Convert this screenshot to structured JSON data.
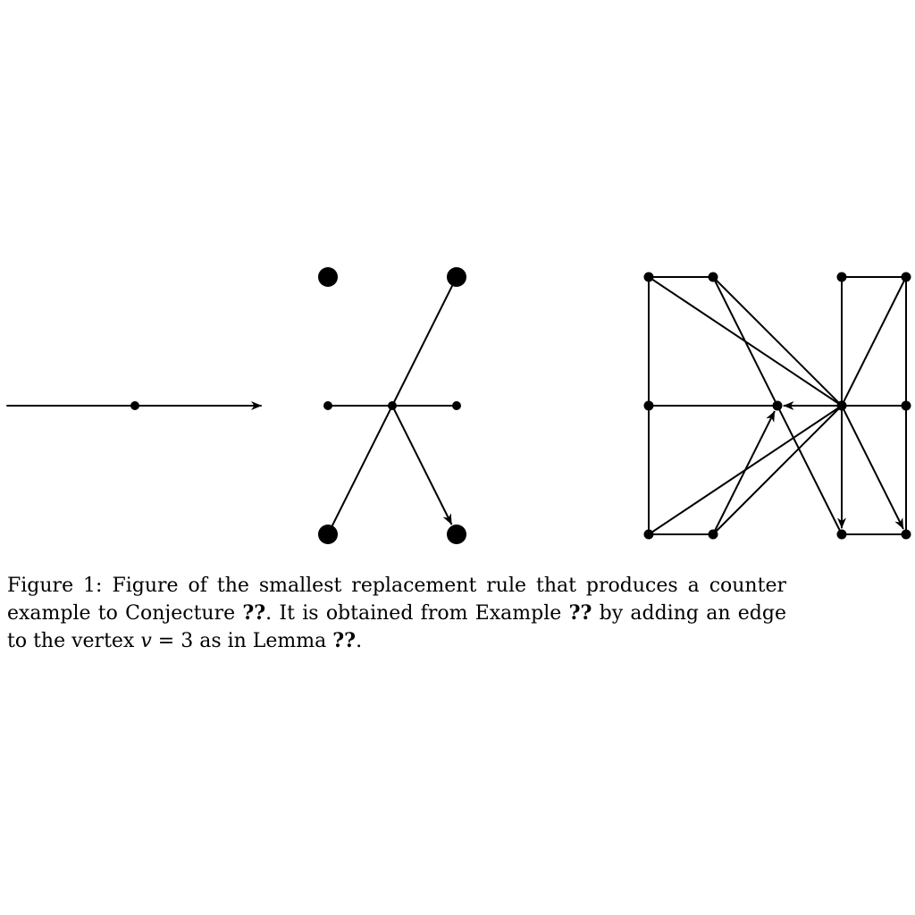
{
  "figure": {
    "panels": [
      {
        "name": "single-edge",
        "vertices": [
          {
            "id": "a",
            "size": "small"
          }
        ],
        "edges": [
          {
            "from": "left-end",
            "to": "a",
            "directed": false
          },
          {
            "from": "a",
            "to": "right-end",
            "directed": true
          }
        ]
      },
      {
        "name": "replacement-graph",
        "vertices": [
          {
            "id": "tl",
            "size": "large"
          },
          {
            "id": "tr",
            "size": "large"
          },
          {
            "id": "ml",
            "size": "small"
          },
          {
            "id": "c",
            "size": "small"
          },
          {
            "id": "mr",
            "size": "small"
          },
          {
            "id": "bl",
            "size": "large"
          },
          {
            "id": "br",
            "size": "large"
          }
        ],
        "edges": [
          {
            "from": "ml",
            "to": "c",
            "directed": false
          },
          {
            "from": "c",
            "to": "mr",
            "directed": false
          },
          {
            "from": "c",
            "to": "tr",
            "directed": false
          },
          {
            "from": "c",
            "to": "bl",
            "directed": false
          },
          {
            "from": "c",
            "to": "br",
            "directed": true
          }
        ]
      },
      {
        "name": "result-graph",
        "vertices": [
          {
            "id": "r1"
          },
          {
            "id": "r2"
          },
          {
            "id": "r3"
          },
          {
            "id": "r4"
          },
          {
            "id": "r5"
          },
          {
            "id": "r6"
          },
          {
            "id": "r7"
          },
          {
            "id": "r8"
          },
          {
            "id": "r9"
          },
          {
            "id": "r10"
          },
          {
            "id": "r11"
          },
          {
            "id": "r12"
          }
        ],
        "edges": [
          {
            "from": "r1",
            "to": "r2",
            "directed": false
          },
          {
            "from": "r3",
            "to": "r4",
            "directed": false
          },
          {
            "from": "r9",
            "to": "r10",
            "directed": false
          },
          {
            "from": "r11",
            "to": "r12",
            "directed": false
          },
          {
            "from": "r1",
            "to": "r5",
            "directed": false
          },
          {
            "from": "r5",
            "to": "r9",
            "directed": false
          },
          {
            "from": "r4",
            "to": "r8",
            "directed": false
          },
          {
            "from": "r8",
            "to": "r12",
            "directed": false
          },
          {
            "from": "r5",
            "to": "r6",
            "directed": false
          },
          {
            "from": "r7",
            "to": "r8",
            "directed": false
          },
          {
            "from": "r7",
            "to": "r6",
            "directed": true
          },
          {
            "from": "r1",
            "to": "r7",
            "directed": false
          },
          {
            "from": "r2",
            "to": "r7",
            "directed": false
          },
          {
            "from": "r2",
            "to": "r11",
            "directed": false
          },
          {
            "from": "r3",
            "to": "r7",
            "directed": false
          },
          {
            "from": "r4",
            "to": "r7",
            "directed": false
          },
          {
            "from": "r9",
            "to": "r7",
            "directed": false
          },
          {
            "from": "r10",
            "to": "r7",
            "directed": false
          },
          {
            "from": "r10",
            "to": "r6",
            "directed": true
          },
          {
            "from": "r3",
            "to": "r11",
            "directed": true
          },
          {
            "from": "r7",
            "to": "r12",
            "directed": true
          }
        ]
      }
    ]
  },
  "caption": {
    "label": "Figure 1:",
    "text_1": "Figure of the smallest replacement rule that produces a counter example to Conjecture",
    "ref_1": "??",
    "text_2": ". It is obtained from Example",
    "ref_2": "??",
    "text_3": "by adding an edge to the vertex",
    "math_var": "v",
    "math_rest": " = 3",
    "text_4": "as in Lemma",
    "ref_3": "??",
    "text_5": "."
  }
}
